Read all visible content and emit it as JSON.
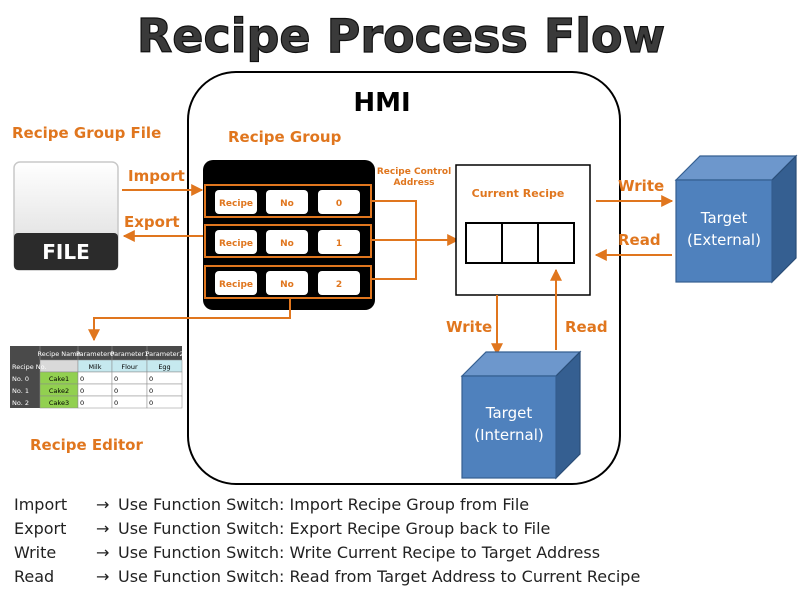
{
  "title": "Recipe Process Flow",
  "hmi_label": "HMI",
  "recipe_group_file_label": "Recipe Group File",
  "file_icon_text": "FILE",
  "import_label": "Import",
  "export_label": "Export",
  "recipe_group_label": "Recipe Group",
  "recipe_control_label_line1": "Recipe Control",
  "recipe_control_label_line2": "Address",
  "recipe_rows": [
    {
      "recipe": "Recipe",
      "no": "No",
      "value": "0"
    },
    {
      "recipe": "Recipe",
      "no": "No",
      "value": "1"
    },
    {
      "recipe": "Recipe",
      "no": "No",
      "value": "2"
    }
  ],
  "current_recipe_label": "Current Recipe",
  "write_external_label": "Write",
  "read_external_label": "Read",
  "write_internal_label": "Write",
  "read_internal_label": "Read",
  "target_external_line1": "Target",
  "target_external_line2": "(External)",
  "target_internal_line1": "Target",
  "target_internal_line2": "(Internal)",
  "recipe_editor_label": "Recipe Editor",
  "editor_table": {
    "headers": [
      "Recipe Name",
      "Parameter0",
      "Parameter1",
      "Parameter2"
    ],
    "row_header_label": "Recipe No.",
    "units": [
      "",
      "Milk",
      "Flour",
      "Egg"
    ],
    "rows": [
      {
        "no": "No. 0",
        "name": "Cake1",
        "values": [
          "0",
          "0",
          "0"
        ]
      },
      {
        "no": "No. 1",
        "name": "Cake2",
        "values": [
          "0",
          "0",
          "0"
        ]
      },
      {
        "no": "No. 2",
        "name": "Cake3",
        "values": [
          "0",
          "0",
          "0"
        ]
      }
    ]
  },
  "legend": [
    {
      "term": "Import",
      "arrow": "→",
      "text": "Use Function Switch: Import Recipe Group from File"
    },
    {
      "term": "Export",
      "arrow": "→",
      "text": "Use Function Switch: Export Recipe Group back to File"
    },
    {
      "term": "Write",
      "arrow": "→",
      "text": "Use Function Switch: Write Current Recipe to Target Address"
    },
    {
      "term": "Read",
      "arrow": "→",
      "text": "Use Function Switch: Read from Target Address to Current Recipe"
    }
  ],
  "colors": {
    "accent": "#e0761e",
    "target_blue": "#4f81bd",
    "target_blue_dark": "#355f91",
    "editor_green": "#92d050",
    "editor_header": "#4a4a4a",
    "editor_cyan": "#c6e9ef"
  }
}
